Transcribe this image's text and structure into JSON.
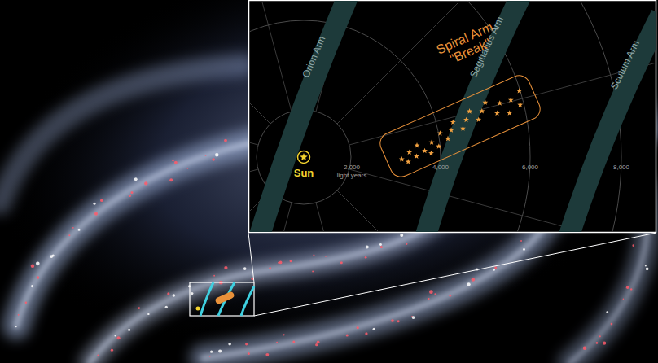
{
  "diagram": {
    "nodes": [
      {
        "text": [
          "Spiral Arm \"Break\""
        ]
      }
    ],
    "labels": [
      "Orion Arm",
      "Sagittarius Arm",
      "Scutum Arm",
      "Sun",
      "2,000",
      "light years",
      "4,000",
      "6,000",
      "8,000"
    ]
  }
}
